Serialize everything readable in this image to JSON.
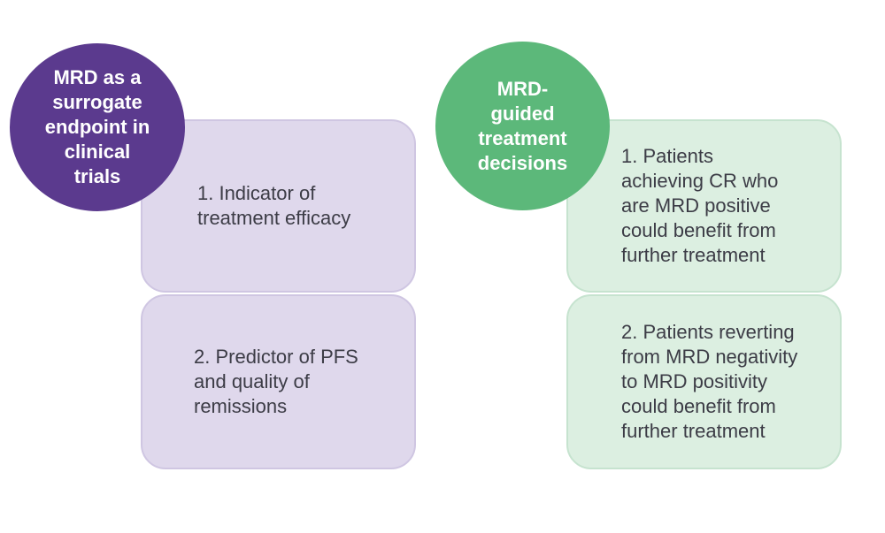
{
  "colors": {
    "purple_circle": "#5b3a8e",
    "green_circle": "#5cb87a",
    "purple_card": "#dfd8ec",
    "green_card": "#dcefe1",
    "text": "#3c3c46"
  },
  "left": {
    "circle_label": "MRD as a\nsurrogate\nendpoint in\nclinical\ntrials",
    "cards": [
      "1. Indicator of\ntreatment efficacy",
      "2. Predictor of PFS\nand quality of\nremissions"
    ]
  },
  "right": {
    "circle_label": "MRD-\nguided\ntreatment\ndecisions",
    "cards": [
      "1. Patients\nachieving CR who\nare MRD positive\ncould benefit from\nfurther treatment",
      "2. Patients reverting\nfrom MRD negativity\nto MRD positivity\ncould benefit from\nfurther treatment"
    ]
  }
}
